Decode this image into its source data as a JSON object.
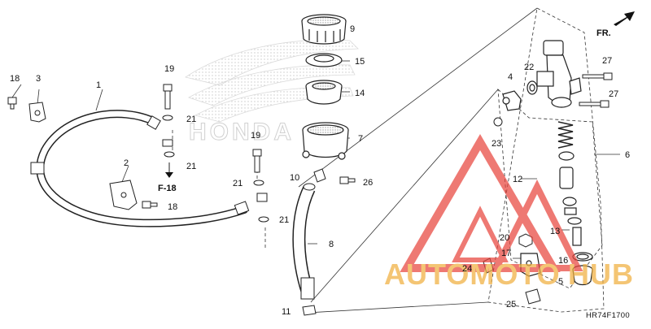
{
  "diagram": {
    "code": "HR74F1700",
    "direction": "FR.",
    "ref": "F-18",
    "brand": "HONDA"
  },
  "watermark": {
    "part1": "AUTOMOTO",
    "part2": "HUB",
    "color_primary": "#e8463e",
    "color_secondary": "#f0b040"
  },
  "callouts": [
    {
      "id": "c1",
      "label": "1"
    },
    {
      "id": "c2",
      "label": "2"
    },
    {
      "id": "c3",
      "label": "3"
    },
    {
      "id": "c4",
      "label": "4"
    },
    {
      "id": "c5",
      "label": "5"
    },
    {
      "id": "c6",
      "label": "6"
    },
    {
      "id": "c7",
      "label": "7"
    },
    {
      "id": "c8",
      "label": "8"
    },
    {
      "id": "c9",
      "label": "9"
    },
    {
      "id": "c10",
      "label": "10"
    },
    {
      "id": "c11",
      "label": "11"
    },
    {
      "id": "c12",
      "label": "12"
    },
    {
      "id": "c13",
      "label": "13"
    },
    {
      "id": "c14",
      "label": "14"
    },
    {
      "id": "c15",
      "label": "15"
    },
    {
      "id": "c16",
      "label": "16"
    },
    {
      "id": "c17",
      "label": "17"
    },
    {
      "id": "c18a",
      "label": "18"
    },
    {
      "id": "c18b",
      "label": "18"
    },
    {
      "id": "c19a",
      "label": "19"
    },
    {
      "id": "c19b",
      "label": "19"
    },
    {
      "id": "c20",
      "label": "20"
    },
    {
      "id": "c21a",
      "label": "21"
    },
    {
      "id": "c21b",
      "label": "21"
    },
    {
      "id": "c21c",
      "label": "21"
    },
    {
      "id": "c21d",
      "label": "21"
    },
    {
      "id": "c22",
      "label": "22"
    },
    {
      "id": "c23",
      "label": "23"
    },
    {
      "id": "c24",
      "label": "24"
    },
    {
      "id": "c25",
      "label": "25"
    },
    {
      "id": "c26",
      "label": "26"
    },
    {
      "id": "c27a",
      "label": "27"
    },
    {
      "id": "c27b",
      "label": "27"
    }
  ]
}
